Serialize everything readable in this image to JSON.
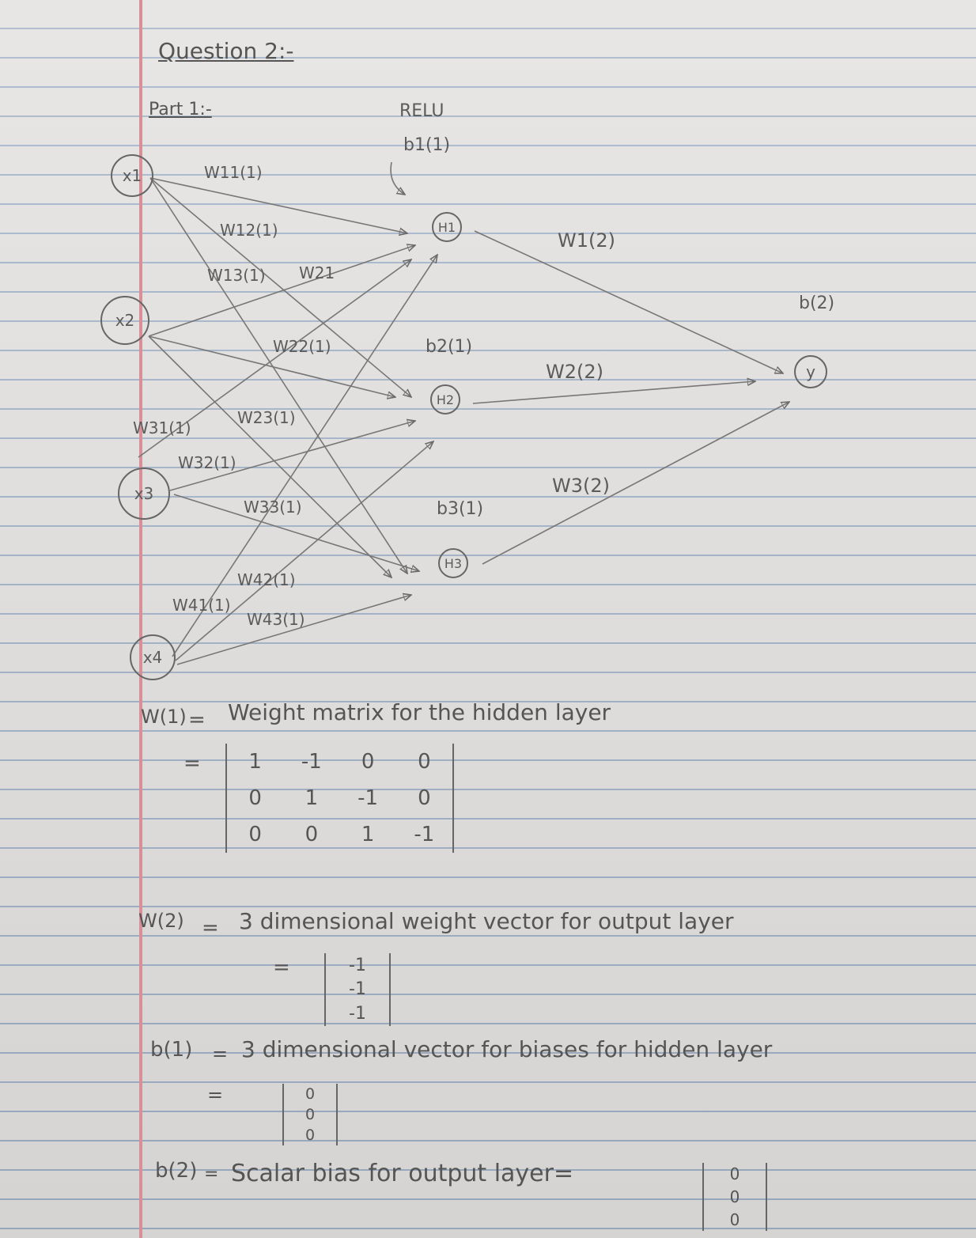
{
  "header": {
    "title": "Question 2:-",
    "part": "Part 1:-"
  },
  "diagram": {
    "activation": "RELU",
    "input_nodes": [
      "x1",
      "x2",
      "x3",
      "x4"
    ],
    "hidden_nodes": [
      "H1",
      "H2",
      "H3"
    ],
    "output_node": "y",
    "hidden_biases": [
      "b1(1)",
      "b2(1)",
      "b3(1)"
    ],
    "output_bias": "b(2)",
    "input_weight_labels": [
      "W11(1)",
      "W12(1)",
      "W13(1)",
      "W21",
      "W22(1)",
      "W23(1)",
      "W31(1)",
      "W32(1)",
      "W33(1)",
      "W41(1)",
      "W42(1)",
      "W43(1)"
    ],
    "output_weight_labels": [
      "W1(2)",
      "W2(2)",
      "W3(2)"
    ]
  },
  "definitions": {
    "w1": {
      "symbol": "W(1)",
      "eq": "=",
      "text": "Weight matrix for the hidden layer",
      "eq2": "=",
      "matrix": [
        [
          "1",
          "-1",
          "0",
          "0"
        ],
        [
          "0",
          "1",
          "-1",
          "0"
        ],
        [
          "0",
          "0",
          "1",
          "-1"
        ]
      ]
    },
    "w2": {
      "symbol": "W(2)",
      "eq": "=",
      "text": "3 dimensional weight vector for output layer",
      "eq2": "=",
      "vector": [
        "-1",
        "-1",
        "-1"
      ]
    },
    "b1": {
      "symbol": "b(1)",
      "eq": "=",
      "text": "3 dimensional vector for biases for hidden layer",
      "eq2": "=",
      "vector": [
        "0",
        "0",
        "0"
      ]
    },
    "b2": {
      "symbol": "b(2)",
      "eq": "=",
      "text": "Scalar bias for output layer=",
      "vector": [
        "0",
        "0",
        "0"
      ]
    }
  },
  "colors": {
    "ink": "#555555",
    "margin_line": "#d88f97",
    "rule_line": "#9fb0c6"
  }
}
